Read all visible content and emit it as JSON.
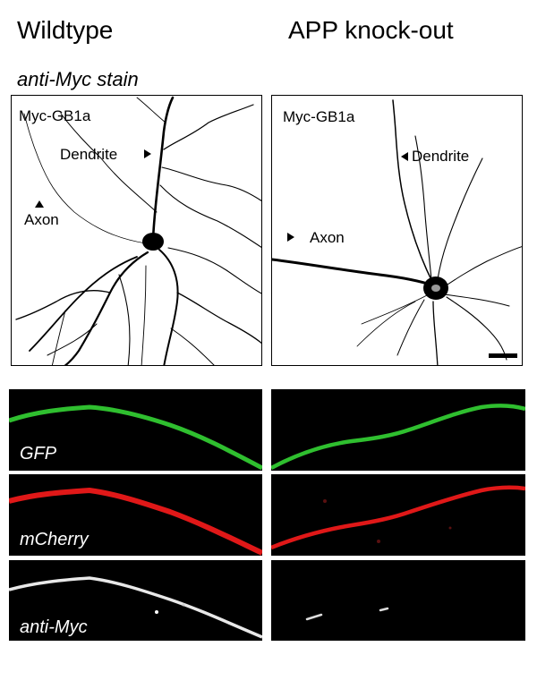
{
  "columns": {
    "left_title": "Wildtype",
    "right_title": "APP knock-out"
  },
  "subtitle": "anti-Myc stain",
  "top_panels": {
    "left": {
      "construct": "Myc-GB1a",
      "dendrite_label": "Dendrite",
      "axon_label": "Axon"
    },
    "right": {
      "construct": "Myc-GB1a",
      "dendrite_label": "Dendrite",
      "axon_label": "Axon"
    }
  },
  "channels": [
    {
      "name": "GFP",
      "color": "#2fbf2f"
    },
    {
      "name": "mCherry",
      "color": "#e01818"
    },
    {
      "name": "anti-Myc",
      "color": "#e8e8e8"
    }
  ]
}
